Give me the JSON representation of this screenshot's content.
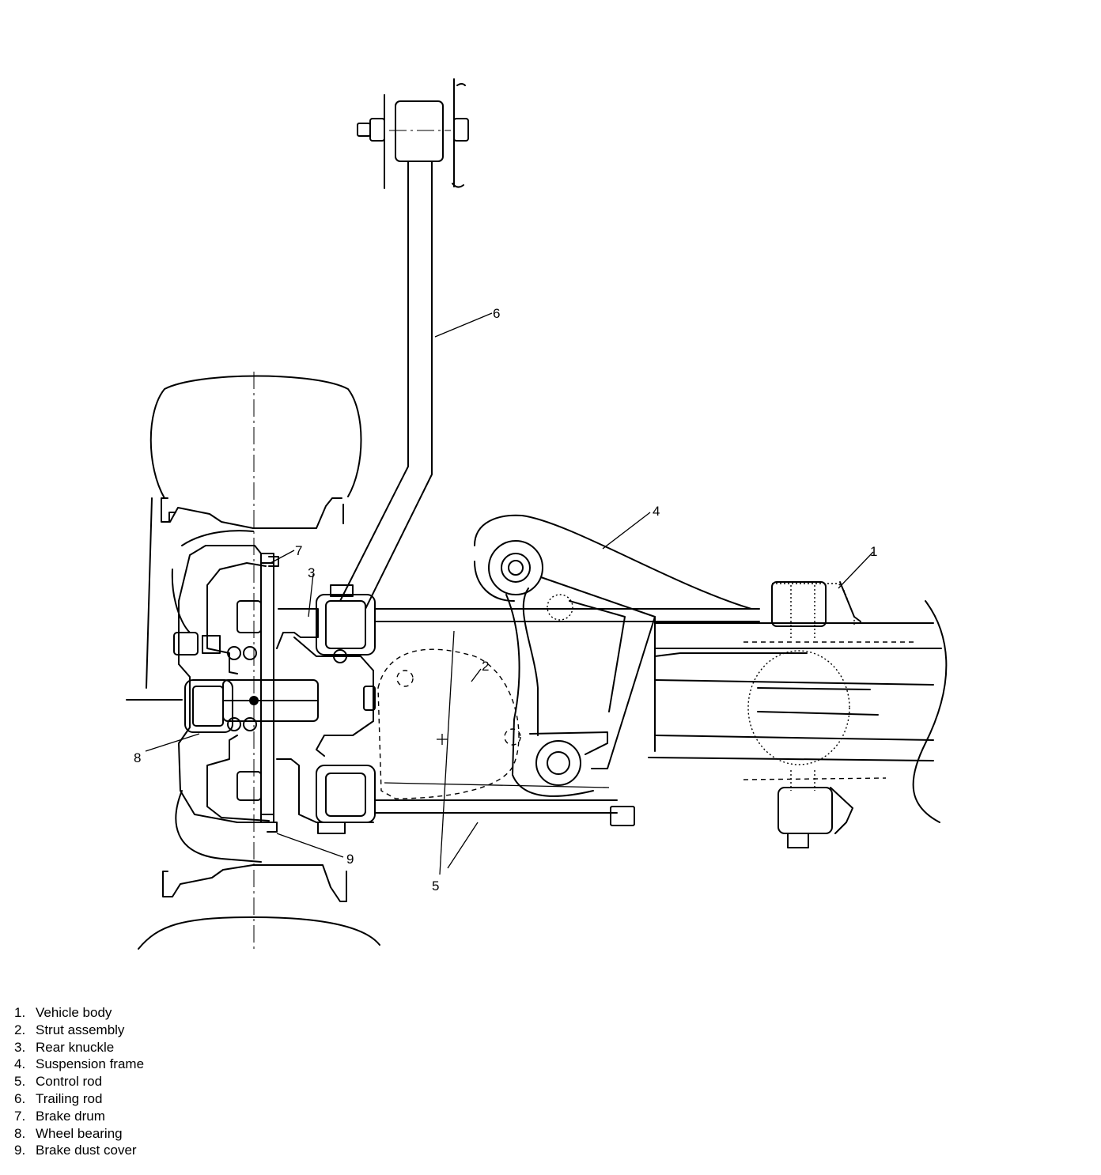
{
  "callouts": [
    {
      "num": "1"
    },
    {
      "num": "2"
    },
    {
      "num": "3"
    },
    {
      "num": "4"
    },
    {
      "num": "5"
    },
    {
      "num": "6"
    },
    {
      "num": "7"
    },
    {
      "num": "8"
    },
    {
      "num": "9"
    }
  ],
  "legend": [
    {
      "num": "1.",
      "label": "Vehicle body"
    },
    {
      "num": "2.",
      "label": "Strut assembly"
    },
    {
      "num": "3.",
      "label": "Rear knuckle"
    },
    {
      "num": "4.",
      "label": "Suspension frame"
    },
    {
      "num": "5.",
      "label": "Control rod"
    },
    {
      "num": "6.",
      "label": "Trailing rod"
    },
    {
      "num": "7.",
      "label": "Brake drum"
    },
    {
      "num": "8.",
      "label": "Wheel bearing"
    },
    {
      "num": "9.",
      "label": "Brake dust cover"
    }
  ]
}
